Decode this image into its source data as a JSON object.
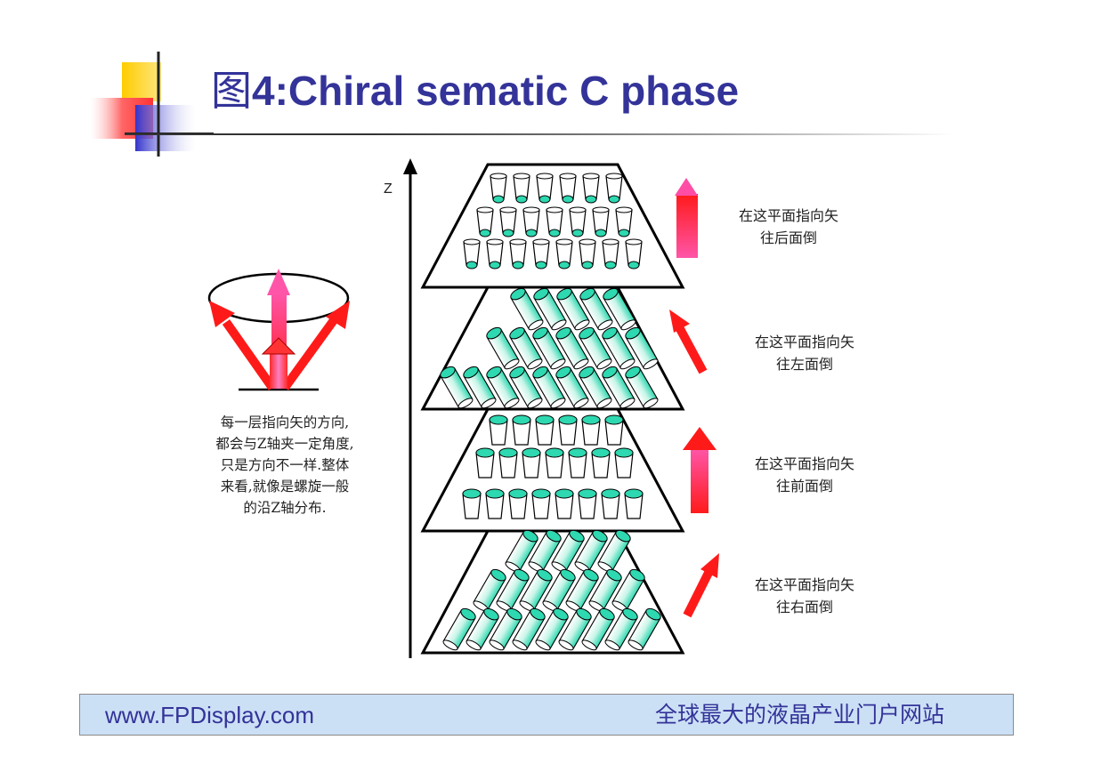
{
  "slide": {
    "title_prefix": "图",
    "title_main": "4:Chiral sematic C phase"
  },
  "diagram": {
    "axis_label": "Z",
    "description_lines": [
      "每一层指向矢的方向,",
      "都会与Z轴夹一定角度,",
      "只是方向不一样.整体",
      "来看,就像是螺旋一般",
      "的沿Z轴分布."
    ],
    "layers": [
      {
        "orientation": "back",
        "note_line1": "在这平面指向矢",
        "note_line2": "往后面倒"
      },
      {
        "orientation": "left",
        "note_line1": "在这平面指向矢",
        "note_line2": "往左面倒"
      },
      {
        "orientation": "front",
        "note_line1": "在这平面指向矢",
        "note_line2": "往前面倒"
      },
      {
        "orientation": "right",
        "note_line1": "在这平面指向矢",
        "note_line2": "往右面倒"
      }
    ],
    "colors": {
      "molecule": "#2ed8b0",
      "arrow_red": "#ff1a1a",
      "arrow_pink": "#ff3c9a",
      "title": "#333399"
    }
  },
  "footer": {
    "url": "www.FPDisplay.com",
    "tagline": "全球最大的液晶产业门户网站"
  }
}
